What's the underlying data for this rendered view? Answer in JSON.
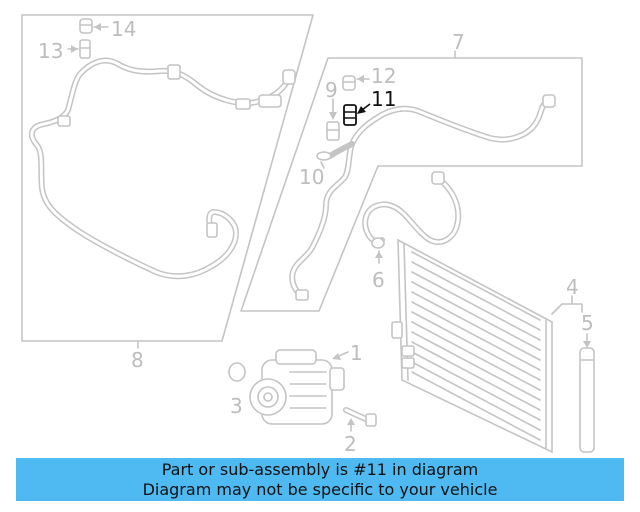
{
  "callouts": {
    "c1": "1",
    "c2": "2",
    "c3": "3",
    "c4": "4",
    "c5": "5",
    "c6": "6",
    "c7": "7",
    "c8": "8",
    "c9": "9",
    "c10": "10",
    "c11": "11",
    "c12": "12",
    "c13": "13",
    "c14": "14"
  },
  "highlighted_part": "11",
  "colors": {
    "banner": "#4fb9f1",
    "highlight": "#111111",
    "linework": "#c4c4c4"
  },
  "banner": {
    "line1": "Part or sub-assembly is #11 in diagram",
    "line2": "Diagram may not be specific to your vehicle"
  }
}
